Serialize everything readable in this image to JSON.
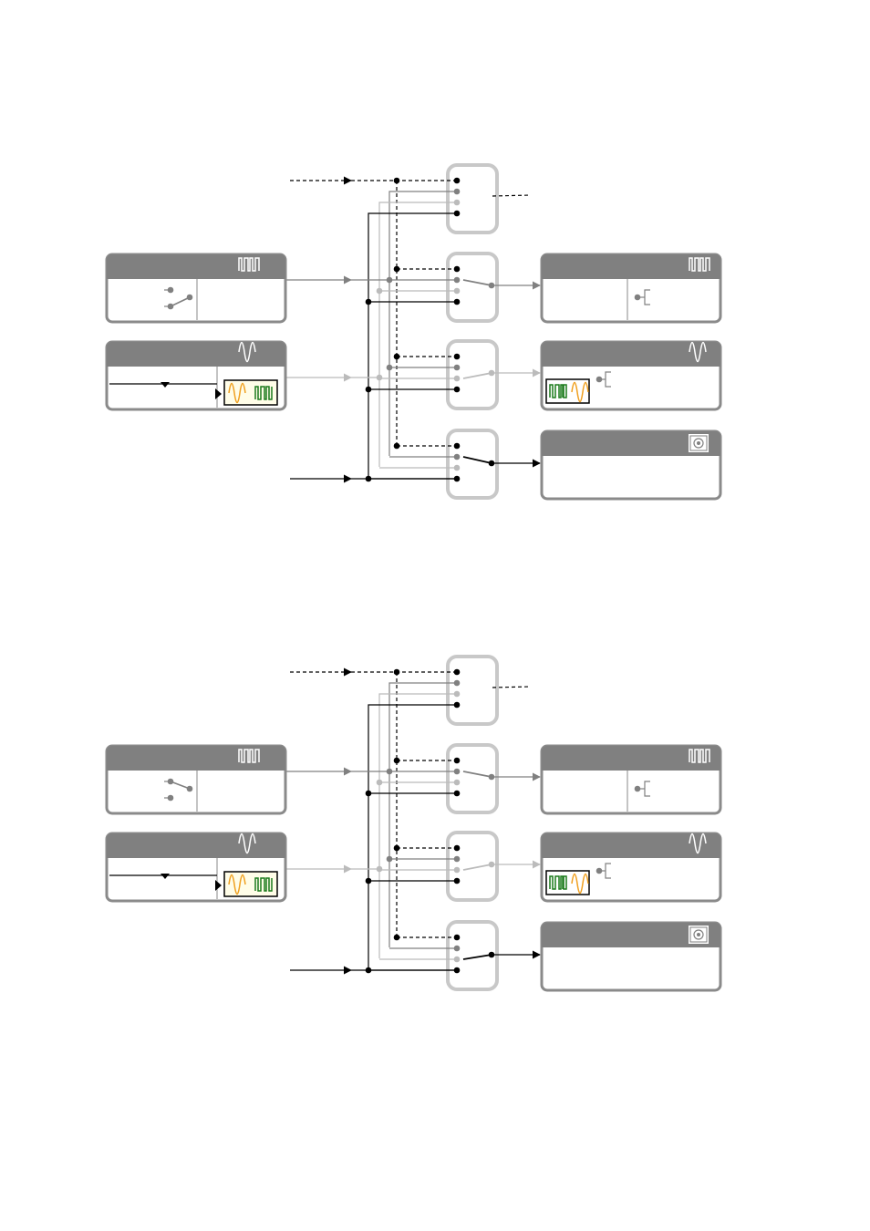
{
  "colors": {
    "block_header": "#808080",
    "block_border": "#8a8a8a",
    "switch_border": "#c8c8c8",
    "line_black": "#000000",
    "line_mid": "#808080",
    "line_light": "#bbbbbb",
    "icon_green": "#1a7a1a",
    "icon_orange": "#f0a020"
  },
  "diagrams": [
    {
      "pwm_in_switch": "closed-upper",
      "wave_in_icon": "sine-pwm",
      "pwm_out_switch": "mid",
      "wave_out_switch": "light",
      "target_out_switch": "mid"
    },
    {
      "pwm_in_switch": "closed-lower",
      "wave_in_icon": "sine-pwm",
      "pwm_out_switch": "mid",
      "wave_out_switch": "light",
      "target_out_switch": "light"
    }
  ]
}
